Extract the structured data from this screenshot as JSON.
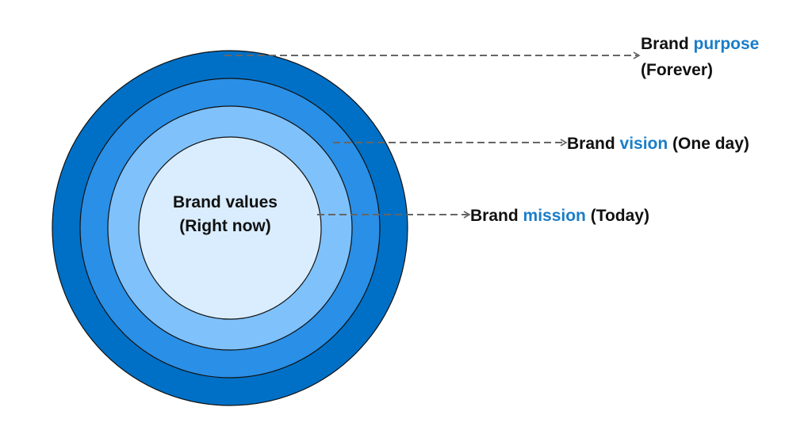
{
  "diagram": {
    "rings": [
      {
        "name": "Brand purpose",
        "color": "#0070C6"
      },
      {
        "name": "Brand vision",
        "color": "#2A8FE6"
      },
      {
        "name": "Brand mission",
        "color": "#7FC1FA"
      },
      {
        "name": "Brand values",
        "color": "#D9EDFE"
      }
    ],
    "center": {
      "line1": "Brand values",
      "line2": "(Right now)"
    },
    "labels": {
      "purpose": {
        "prefix": "Brand ",
        "keyword": "purpose",
        "suffix": "",
        "line2": "(Forever)"
      },
      "vision": {
        "prefix": "Brand ",
        "keyword": "vision",
        "suffix": " (One day)"
      },
      "mission": {
        "prefix": "Brand ",
        "keyword": "mission",
        "suffix": " (Today)"
      }
    },
    "colors": {
      "text": "#111111",
      "keyword": "#1A7DC8",
      "arrow": "#666666",
      "outline": "#111111"
    }
  }
}
